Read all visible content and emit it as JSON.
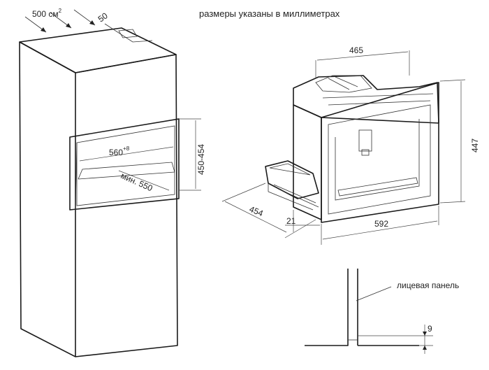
{
  "header": {
    "note": "размеры указаны в миллиметрах"
  },
  "cabinet": {
    "airflow_label": "500 см",
    "airflow_sup": "2",
    "gap_label": "50",
    "width_label": "560",
    "width_sup": "+8",
    "height_label": "450-454",
    "depth_label": "мин. 550"
  },
  "machine": {
    "width_top": "465",
    "height": "447",
    "depth": "454",
    "tray_depth": "21",
    "width_front": "592"
  },
  "detail": {
    "panel_label": "лицевая панель",
    "offset": "9"
  }
}
